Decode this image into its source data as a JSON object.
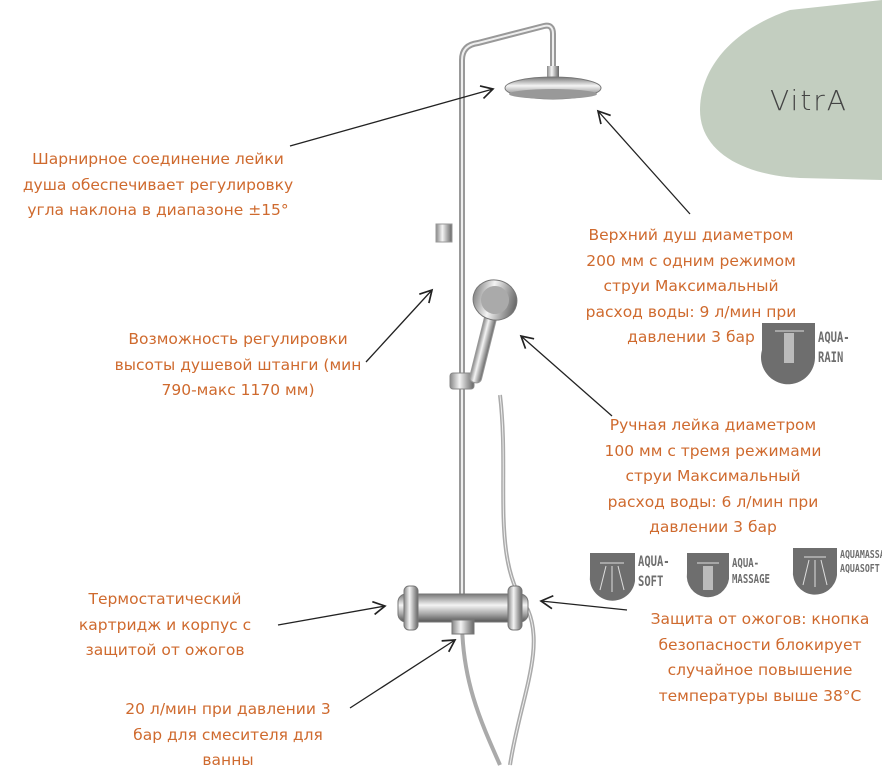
{
  "brand": {
    "logo": "VitrA",
    "accent": "#c3cec0",
    "text_color": "#cf6a2e"
  },
  "notes": {
    "swivel": [
      "Шарнирное соединение лейки",
      "душа обеспечивает регулировку",
      "угла наклона в диапазоне ±15°"
    ],
    "overhead": [
      "Верхний душ диаметром",
      "200 мм с одним режимом",
      "струи Максимальный",
      "расход воды: 9 л/мин при",
      "давлении 3 бар"
    ],
    "height": [
      "Возможность регулировки",
      "высоты душевой штанги (мин",
      "790-макс 1170 мм)"
    ],
    "hand": [
      "Ручная лейка диаметром",
      "100 мм с тремя режимами",
      "струи Максимальный",
      "расход воды: 6 л/мин при",
      "давлении 3 бар"
    ],
    "thermo": [
      "Термостатический",
      "картридж и корпус с",
      "защитой от ожогов"
    ],
    "safety": [
      "Защита от ожогов: кнопка",
      "безопасности блокирует",
      "случайное повышение",
      "температуры выше 38°C"
    ],
    "flow": [
      "20 л/мин при давлении 3",
      "бар для смесителя для",
      "ванны"
    ]
  },
  "badges": [
    {
      "icon": "aqua-rain-icon",
      "lines": [
        "AQUA-",
        "RAIN"
      ]
    },
    {
      "icon": "aqua-soft-icon",
      "lines": [
        "AQUA-",
        "SOFT"
      ]
    },
    {
      "icon": "aqua-massage-icon",
      "lines": [
        "AQUA-",
        "MASSAGE"
      ]
    },
    {
      "icon": "aquamassage-aquasoft-icon",
      "lines": [
        "AQUAMASSAGE",
        "AQUASOFT"
      ]
    }
  ]
}
